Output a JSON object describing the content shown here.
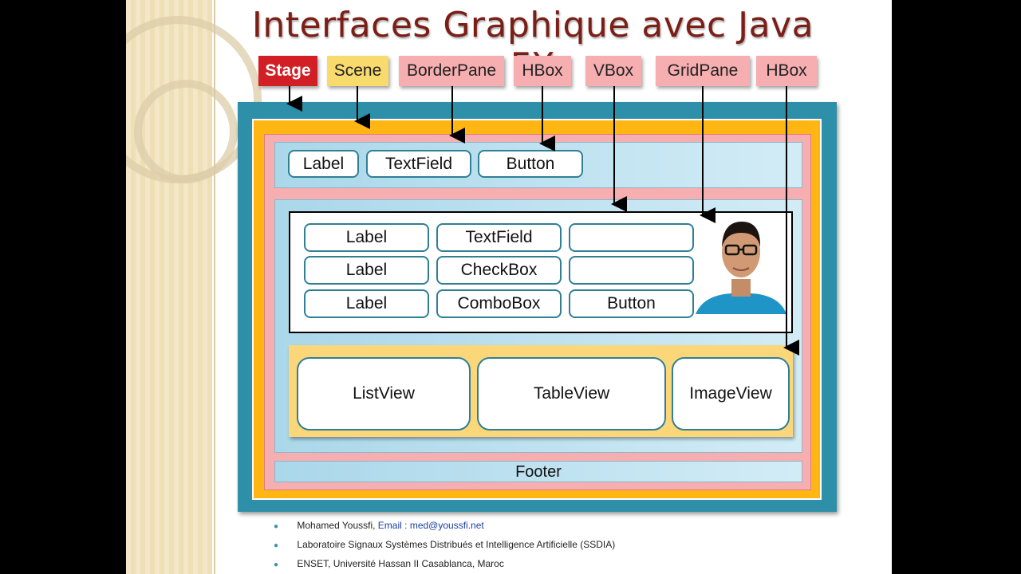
{
  "title": "Interfaces Graphique avec Java FX",
  "labels": {
    "stage": "Stage",
    "scene": "Scene",
    "borderpane": "BorderPane",
    "hbox_top": "HBox",
    "vbox": "VBox",
    "gridpane": "GridPane",
    "hbox_bottom": "HBox"
  },
  "top_hbox": [
    "Label",
    "TextField",
    "Button"
  ],
  "grid": [
    [
      "Label",
      "TextField",
      ""
    ],
    [
      "Label",
      "CheckBox",
      ""
    ],
    [
      "Label",
      "ComboBox",
      "Button"
    ]
  ],
  "bottom_hbox": [
    "ListView",
    "TableView",
    "ImageView"
  ],
  "footer_label": "Footer",
  "credits": {
    "line1_name": "Mohamed Youssfi,",
    "line1_email_label": "Email :",
    "line1_email": "med@youssfi.net",
    "line2": "Laboratoire Signaux Systèmes Distribués et Intelligence Artificielle (SSDIA)",
    "line3": "ENSET, Université Hassan II Casablanca, Maroc"
  },
  "colors": {
    "stage": "#2e8fa8",
    "scene": "#ffb612",
    "borderpane": "#f7aeb0",
    "hbox_region": "#bfe2f1",
    "gridpane_border": "#000000",
    "image_hbox": "#fcd77a",
    "title": "#7a1e16"
  },
  "icons": [
    "person-photo"
  ]
}
